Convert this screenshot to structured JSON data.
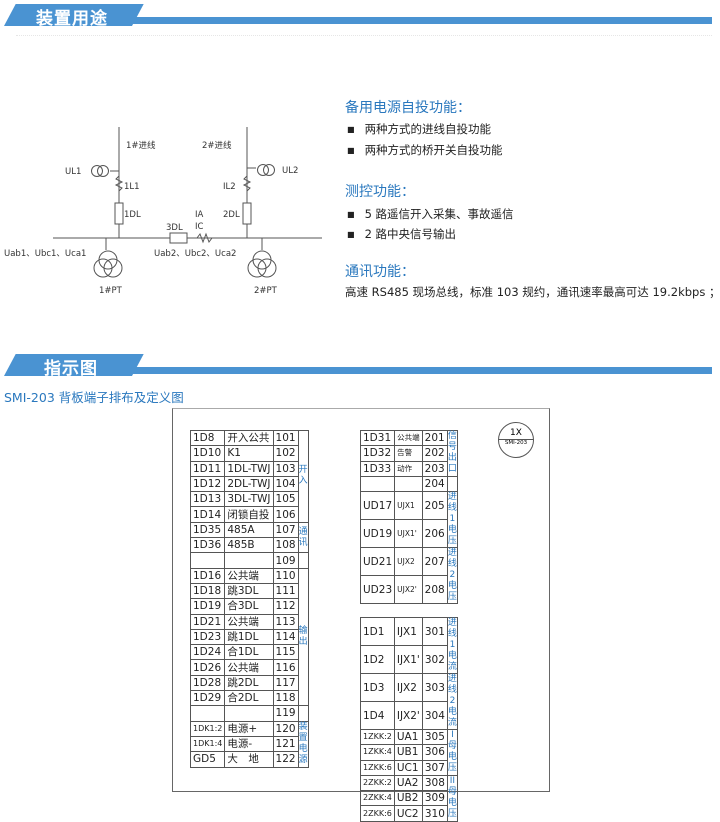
{
  "section1": {
    "title": "装置用途"
  },
  "diagram": {
    "line1": "1#进线",
    "line2": "2#进线",
    "ul1": "UL1",
    "ul2": "UL2",
    "l1": "1L1",
    "l2": "IL2",
    "dl1": "1DL",
    "dl2": "2DL",
    "dl3": "3DL",
    "ia": "IA",
    "ic": "IC",
    "u1": "Uab1、Ubc1、Uca1",
    "u2": "Uab2、Ubc2、Uca2",
    "pt1": "1#PT",
    "pt2": "2#PT"
  },
  "features": {
    "backup_title": "备用电源自投功能：",
    "backup_items": [
      "两种方式的进线自投功能",
      "两种方式的桥开关自投功能"
    ],
    "measure_title": "测控功能：",
    "measure_items": [
      "5 路遥信开入采集、事故遥信",
      "2 路中央信号输出"
    ],
    "comm_title": "通讯功能：",
    "comm_text": "高速 RS485 现场总线，标准 103 规约，通讯速率最高可达 19.2kbps ；"
  },
  "section2": {
    "title": "指示图",
    "subtitle": "SMI-203 背板端子排布及定义图"
  },
  "badge": {
    "top": "1X",
    "bottom": "SMI-203"
  },
  "table1": {
    "rows": [
      [
        "1D8",
        "开入公共",
        "101"
      ],
      [
        "1D10",
        "K1",
        "102"
      ],
      [
        "1D11",
        "1DL-TWJ",
        "103"
      ],
      [
        "1D12",
        "2DL-TWJ",
        "104"
      ],
      [
        "1D13",
        "3DL-TWJ",
        "105"
      ],
      [
        "1D14",
        "闭锁自投",
        "106"
      ],
      [
        "1D35",
        "485A",
        "107"
      ],
      [
        "1D36",
        "485B",
        "108"
      ],
      [
        "",
        "",
        "109"
      ],
      [
        "1D16",
        "公共端",
        "110"
      ],
      [
        "1D18",
        "跳3DL",
        "111"
      ],
      [
        "1D19",
        "合3DL",
        "112"
      ],
      [
        "1D21",
        "公共端",
        "113"
      ],
      [
        "1D23",
        "跳1DL",
        "114"
      ],
      [
        "1D24",
        "合1DL",
        "115"
      ],
      [
        "1D26",
        "公共端",
        "116"
      ],
      [
        "1D28",
        "跳2DL",
        "117"
      ],
      [
        "1D29",
        "合2DL",
        "118"
      ],
      [
        "",
        "",
        "119"
      ],
      [
        "1DK1:2",
        "电源+",
        "120"
      ],
      [
        "1DK1:4",
        "电源-",
        "121"
      ],
      [
        "GD5",
        "大　地",
        "122"
      ]
    ],
    "groups": [
      "开入",
      "通讯",
      "输出",
      "装置电源"
    ]
  },
  "table2": {
    "rows": [
      [
        "1D31",
        "公共端",
        "201"
      ],
      [
        "1D32",
        "告警",
        "202"
      ],
      [
        "1D33",
        "动作",
        "203"
      ],
      [
        "",
        "",
        "204"
      ],
      [
        "UD17",
        "UJX1",
        "205"
      ],
      [
        "UD19",
        "UJX1'",
        "206"
      ],
      [
        "UD21",
        "UJX2",
        "207"
      ],
      [
        "UD23",
        "UJX2'",
        "208"
      ]
    ],
    "groups": [
      "信号出口",
      "进线1电压",
      "进线2电压"
    ]
  },
  "table3": {
    "rows": [
      [
        "1D1",
        "IJX1",
        "301"
      ],
      [
        "1D2",
        "IJX1'",
        "302"
      ],
      [
        "1D3",
        "IJX2",
        "303"
      ],
      [
        "1D4",
        "IJX2'",
        "304"
      ],
      [
        "1ZKK:2",
        "UA1",
        "305"
      ],
      [
        "1ZKK:4",
        "UB1",
        "306"
      ],
      [
        "1ZKK:6",
        "UC1",
        "307"
      ],
      [
        "2ZKK:2",
        "UA2",
        "308"
      ],
      [
        "2ZKK:4",
        "UB2",
        "309"
      ],
      [
        "2ZKK:6",
        "UC2",
        "310"
      ]
    ],
    "groups": [
      "进线1电流",
      "进线2电流",
      "I母电压",
      "II母电压"
    ]
  }
}
